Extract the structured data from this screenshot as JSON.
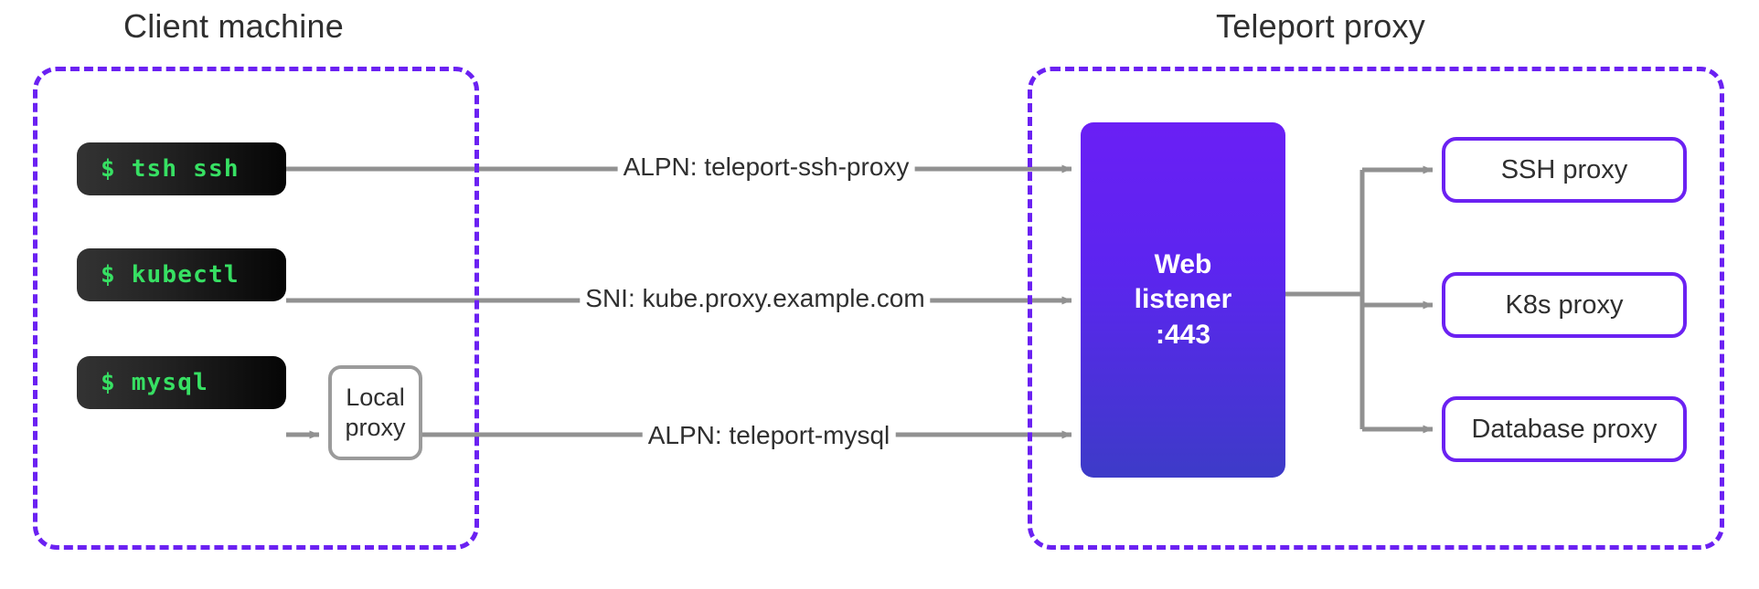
{
  "zones": {
    "client": {
      "title": "Client machine"
    },
    "proxy": {
      "title": "Teleport proxy"
    }
  },
  "terminals": [
    {
      "command": "$ tsh ssh"
    },
    {
      "command": "$ kubectl"
    },
    {
      "command": "$ mysql"
    }
  ],
  "local_proxy": {
    "line1": "Local",
    "line2": "proxy"
  },
  "web_listener": {
    "line1": "Web",
    "line2": "listener",
    "line3": ":443"
  },
  "edge_labels": [
    {
      "text": "ALPN: teleport-ssh-proxy"
    },
    {
      "text": "SNI: kube.proxy.example.com"
    },
    {
      "text": "ALPN: teleport-mysql"
    }
  ],
  "proxy_boxes": [
    {
      "label": "SSH proxy"
    },
    {
      "label": "K8s proxy"
    },
    {
      "label": "Database proxy"
    }
  ],
  "colors": {
    "zone_border": "#6b21f2",
    "proxy_box_border": "#6b21f2",
    "listener_gradient_top": "#6a1ff5",
    "listener_gradient_bottom": "#3d3bc8",
    "terminal_text": "#37e063",
    "terminal_bg": "#050505",
    "wire": "#919191",
    "text": "#2f2f2f",
    "local_proxy_border": "#9b9b9b"
  }
}
